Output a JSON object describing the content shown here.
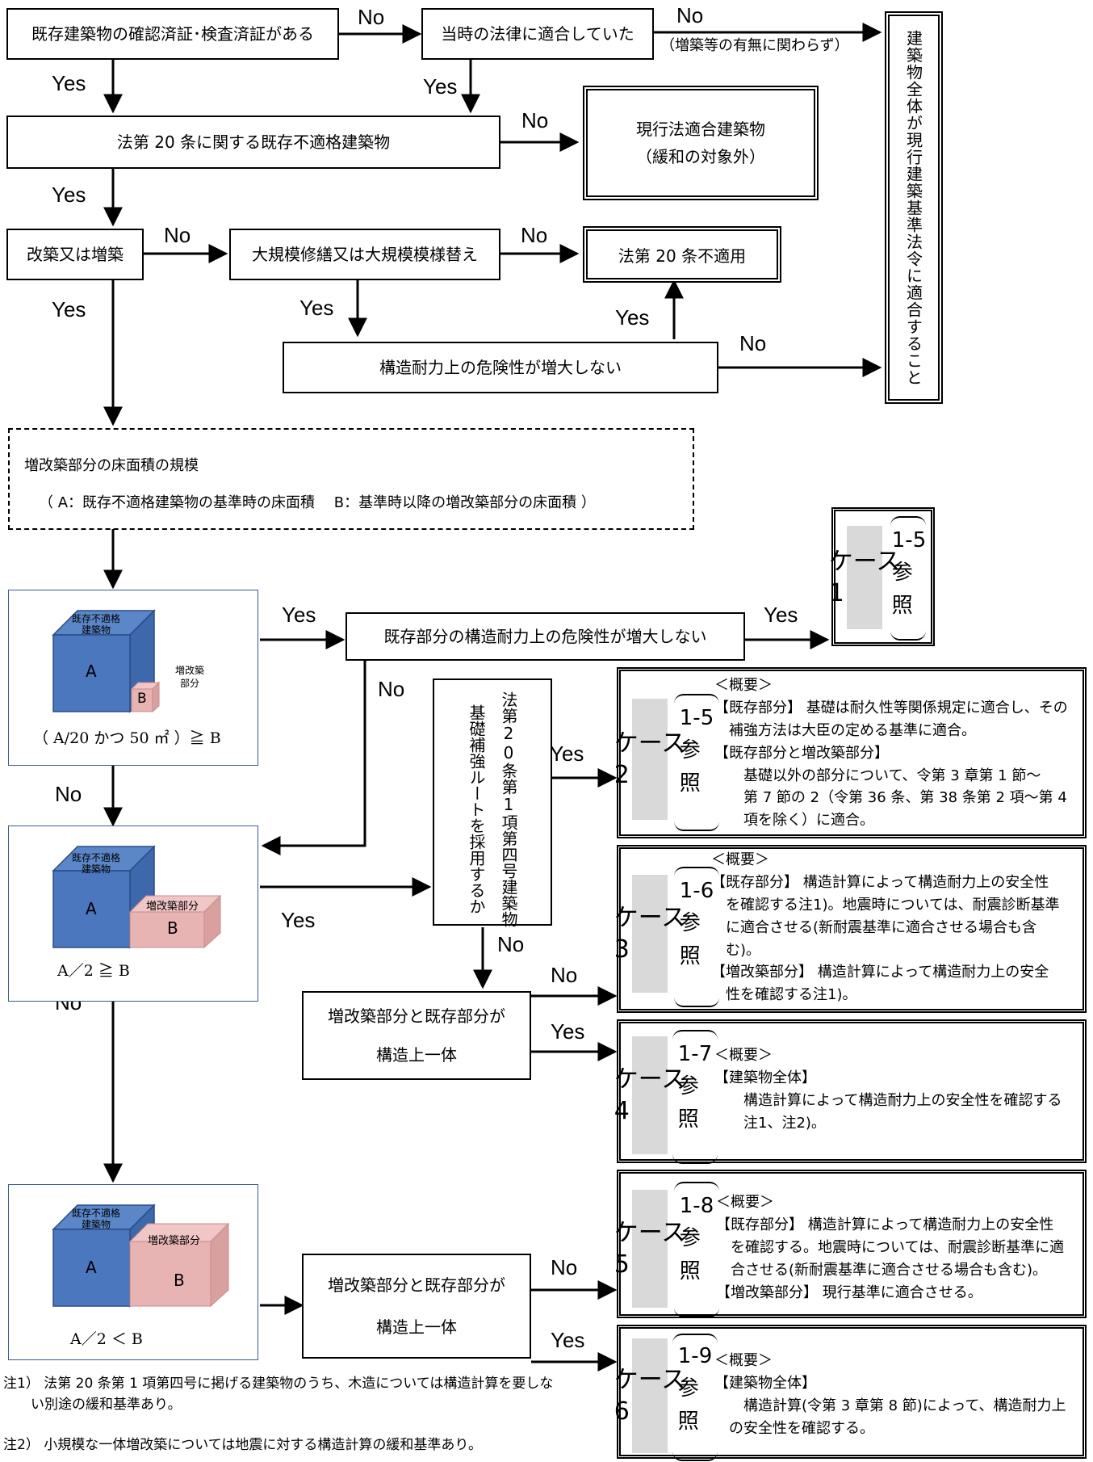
{
  "nodes": {
    "n1": "既存建築物の確認済証･検査済証がある",
    "n2": "当時の法律に適合していた",
    "n2_sub": "（増築等の有無に関わらず）",
    "n3": "法第 20 条に関する既存不適格建築物",
    "n4_line1": "現行法適合建築物",
    "n4_line2": "（緩和の対象外）",
    "n5": "改築又は増築",
    "n6": "大規模修繕又は大規模模様替え",
    "n7": "法第 20 条不適用",
    "n8": "構造耐力上の危険性が増大しない",
    "n9_vertical": "建築物全体が現行建築基準法令に適合すること",
    "n10_line1": "増改築部分の床面積の規模",
    "n10_line2": "（ A：既存不適格建築物の基準時の床面積　 B：基準時以降の増改築部分の床面積 ）",
    "n11": "既存部分の構造耐力上の危険性が増大しない",
    "n12_col1": "法第20条第1項第四号建築物",
    "n12_col2": "基礎補強ルートを採用するか",
    "n13_line1": "増改築部分と既存部分が",
    "n13_line2": "構造上一体",
    "n14_line1": "増改築部分と既存部分が",
    "n14_line2": "構造上一体"
  },
  "labels": {
    "yes": "Yes",
    "no": "No"
  },
  "panels": [
    {
      "a_label": "既存不適格\n建築物",
      "a": "A",
      "b_label": "増改築\n部分",
      "b": "B",
      "condition": "（ A/20 かつ 50 ㎡ ）≧ B"
    },
    {
      "a_label": "既存不適格\n建築物",
      "a": "A",
      "b_label": "増改築部分",
      "b": "B",
      "condition": "A／2 ≧ B"
    },
    {
      "a_label": "既存不適格\n建築物",
      "a": "A",
      "b_label": "増改築部分",
      "b": "B",
      "condition": "A／2 ＜ B"
    }
  ],
  "cases": [
    {
      "tag": "ケース\n1",
      "ref": "1-5\n参\n照",
      "desc": ""
    },
    {
      "tag": "ケース\n2",
      "ref": "1-5\n参\n照",
      "desc": "＜概要＞\n【既存部分】 基礎は耐久性等関係規定に適合し、その\n　補強方法は大臣の定める基準に適合。\n【既存部分と増改築部分】\n　　基礎以外の部分について、令第 3 章第 1 節～\n　　第 7 節の 2（令第 36 条、第 38 条第 2 項～第 4\n　　項を除く）に適合。"
    },
    {
      "tag": "ケース\n3",
      "ref": "1-6\n参\n照",
      "desc": "＜概要＞\n【既存部分】 構造計算によって構造耐力上の安全性\n　を確認する注1)。地震時については、耐震診断基準\n　に適合させる(新耐震基準に適合させる場合も含\n　む)。\n【増改築部分】 構造計算によって構造耐力上の安全\n　性を確認する注1)。"
    },
    {
      "tag": "ケース\n4",
      "ref": "1-7\n参\n照",
      "desc": "＜概要＞\n【建築物全体】\n　　構造計算によって構造耐力上の安全性を確認する\n　　注1、注2)。"
    },
    {
      "tag": "ケース\n5",
      "ref": "1-8\n参\n照",
      "desc": "＜概要＞\n【既存部分】 構造計算によって構造耐力上の安全性\n　を確認する。地震時については、耐震診断基準に適\n　合させる(新耐震基準に適合させる場合も含む)。\n【増改築部分】 現行基準に適合させる。"
    },
    {
      "tag": "ケース\n6",
      "ref": "1-9\n参\n照",
      "desc": "＜概要＞\n【建築物全体】\n　　構造計算(令第 3 章第 8 節)によって、構造耐力上\n　の安全性を確認する。"
    }
  ],
  "notes": [
    "注1） 法第 20 条第 1 項第四号に掲げる建築物のうち、木造については構造計算を要しな\n　　い別途の緩和基準あり。",
    "注2） 小規模な一体増改築については地震に対する構造計算の緩和基準あり。"
  ],
  "colors": {
    "cube_a": "#4a77bd",
    "cube_b": "#e7b3b3",
    "case_tag_bg": "#d9d9d9"
  }
}
